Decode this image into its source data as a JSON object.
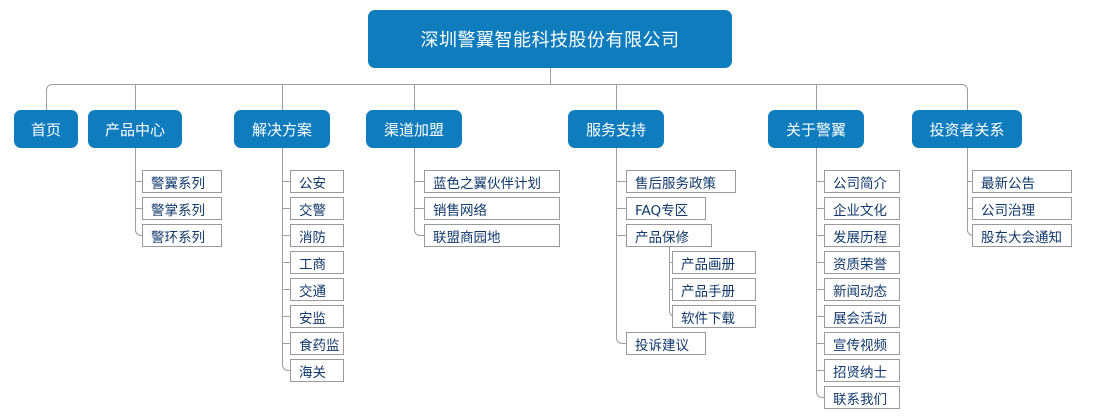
{
  "diagram": {
    "type": "sitemap-tree",
    "colors": {
      "node_blue": "#0e7cbd",
      "node_text_light": "#ffffff",
      "leaf_text": "#12396b",
      "leaf_border": "#9a9a9a",
      "connector": "#9e9e9e",
      "background": "#ffffff"
    },
    "root": {
      "label": "深圳警翼智能科技股份有限公司"
    },
    "sections": [
      {
        "id": "home",
        "label": "首页",
        "children": []
      },
      {
        "id": "product-center",
        "label": "产品中心",
        "children": [
          {
            "label": "警翼系列"
          },
          {
            "label": "警掌系列"
          },
          {
            "label": "警环系列"
          }
        ]
      },
      {
        "id": "solutions",
        "label": "解决方案",
        "children": [
          {
            "label": "公安"
          },
          {
            "label": "交警"
          },
          {
            "label": "消防"
          },
          {
            "label": "工商"
          },
          {
            "label": "交通"
          },
          {
            "label": "安监"
          },
          {
            "label": "食药监"
          },
          {
            "label": "海关"
          }
        ]
      },
      {
        "id": "channel-partner",
        "label": "渠道加盟",
        "children": [
          {
            "label": "蓝色之翼伙伴计划"
          },
          {
            "label": "销售网络"
          },
          {
            "label": "联盟商园地"
          }
        ]
      },
      {
        "id": "service-support",
        "label": "服务支持",
        "children": [
          {
            "label": "售后服务政策"
          },
          {
            "label": "FAQ专区"
          },
          {
            "label": "产品保修",
            "children": [
              {
                "label": "产品画册"
              },
              {
                "label": "产品手册"
              },
              {
                "label": "软件下载"
              }
            ]
          },
          {
            "label": "投诉建议"
          }
        ]
      },
      {
        "id": "about-jingyi",
        "label": "关于警翼",
        "children": [
          {
            "label": "公司简介"
          },
          {
            "label": "企业文化"
          },
          {
            "label": "发展历程"
          },
          {
            "label": "资质荣誉"
          },
          {
            "label": "新闻动态"
          },
          {
            "label": "展会活动"
          },
          {
            "label": "宣传视频"
          },
          {
            "label": "招贤纳士"
          },
          {
            "label": "联系我们"
          }
        ]
      },
      {
        "id": "investor-relations",
        "label": "投资者关系",
        "children": [
          {
            "label": "最新公告"
          },
          {
            "label": "公司治理"
          },
          {
            "label": "股东大会通知"
          }
        ]
      }
    ]
  }
}
